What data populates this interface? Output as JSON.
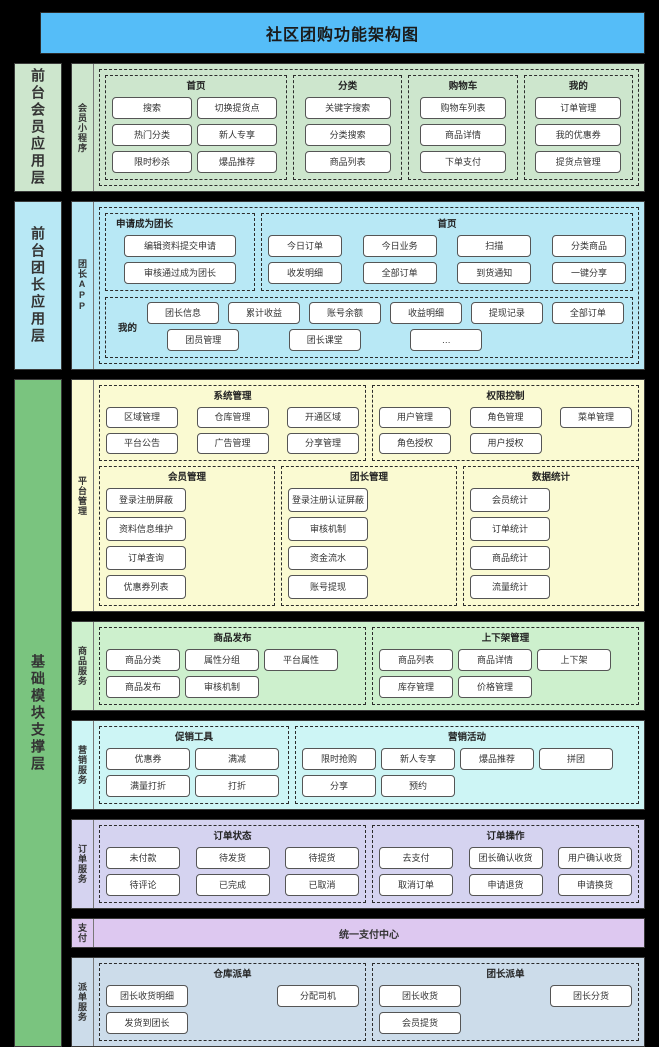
{
  "title": "社区团购功能架构图",
  "colors": {
    "title_bg": "#55bdf8",
    "member_layer": "#cde6cd",
    "leader_layer": "#b8e8f5",
    "base_layer": "#7ac47f",
    "platform_band": "#fafad2",
    "goods_band": "#cdf0cd",
    "marketing_band": "#cdf5f5",
    "order_band": "#d5d3f0",
    "pay_band": "#ddc8f0",
    "dispatch_band": "#ccdcea"
  },
  "layers": [
    {
      "id": "member-app-layer",
      "label": "前台会员应用层",
      "bands": [
        {
          "id": "member-miniprogram",
          "label": "会员小程序",
          "groups": [
            {
              "title": "首页",
              "items": [
                "搜索",
                "切换提货点",
                "热门分类",
                "新人专享",
                "限时秒杀",
                "爆品推荐"
              ]
            },
            {
              "title": "分类",
              "items": [
                "关键字搜索",
                "分类搜索",
                "商品列表"
              ]
            },
            {
              "title": "购物车",
              "items": [
                "购物车列表",
                "商品详情",
                "下单支付"
              ]
            },
            {
              "title": "我的",
              "items": [
                "订单管理",
                "我的优惠券",
                "提货点管理"
              ]
            }
          ]
        }
      ]
    },
    {
      "id": "leader-app-layer",
      "label": "前台团长应用层",
      "bands": [
        {
          "id": "leader-app",
          "label": "团长APP",
          "groups_row1": [
            {
              "title": "申请成为团长",
              "items": [
                "编辑资料提交申请",
                "审核通过成为团长"
              ]
            },
            {
              "title": "首页",
              "items": [
                "今日订单",
                "今日业务",
                "扫描",
                "分类商品",
                "收发明细",
                "全部订单",
                "到货通知",
                "一键分享"
              ]
            }
          ],
          "groups_row2": [
            {
              "title": "我的",
              "inline": true,
              "items": [
                "团长信息",
                "累计收益",
                "账号余额",
                "收益明细",
                "提现记录",
                "全部订单",
                "团员管理",
                "团长课堂",
                "…"
              ]
            }
          ]
        }
      ]
    },
    {
      "id": "base-module-layer",
      "label": "基础模块支撑层",
      "bands": [
        {
          "id": "platform-management",
          "label": "平台管理",
          "groups_row1": [
            {
              "title": "系统管理",
              "items": [
                "区域管理",
                "仓库管理",
                "开通区域",
                "平台公告",
                "广告管理",
                "分享管理"
              ]
            },
            {
              "title": "权限控制",
              "items": [
                "用户管理",
                "角色管理",
                "菜单管理",
                "角色授权",
                "用户授权"
              ]
            }
          ],
          "groups_row2": [
            {
              "title": "会员管理",
              "items": [
                "登录注册屏蔽",
                "资料信息维护",
                "订单查询",
                "优惠券列表"
              ]
            },
            {
              "title": "团长管理",
              "items": [
                "登录注册认证屏蔽",
                "审核机制",
                "资金流水",
                "账号提现"
              ]
            },
            {
              "title": "数据统计",
              "items": [
                "会员统计",
                "订单统计",
                "商品统计",
                "流量统计"
              ]
            }
          ]
        },
        {
          "id": "goods-service",
          "label": "商品服务",
          "groups": [
            {
              "title": "商品发布",
              "items": [
                "商品分类",
                "属性分组",
                "平台属性",
                "商品发布",
                "审核机制"
              ]
            },
            {
              "title": "上下架管理",
              "items": [
                "商品列表",
                "商品详情",
                "上下架",
                "库存管理",
                "价格管理"
              ]
            }
          ]
        },
        {
          "id": "marketing-service",
          "label": "营销服务",
          "groups": [
            {
              "title": "促销工具",
              "items": [
                "优惠券",
                "满减",
                "满量打折",
                "打折"
              ]
            },
            {
              "title": "营销活动",
              "items": [
                "限时抢购",
                "新人专享",
                "爆品推荐",
                "拼团",
                "分享",
                "预约"
              ]
            }
          ]
        },
        {
          "id": "order-service",
          "label": "订单服务",
          "groups": [
            {
              "title": "订单状态",
              "items": [
                "未付款",
                "待发货",
                "待提货",
                "待评论",
                "已完成",
                "已取消"
              ]
            },
            {
              "title": "订单操作",
              "items": [
                "去支付",
                "团长确认收货",
                "用户确认收货",
                "取消订单",
                "申请退货",
                "申请换货"
              ]
            }
          ]
        },
        {
          "id": "payment-service",
          "label": "支付",
          "banner": "统一支付中心"
        },
        {
          "id": "dispatch-service",
          "label": "派单服务",
          "groups": [
            {
              "title": "仓库派单",
              "items": [
                "团长收货明细",
                "分配司机",
                "发货到团长"
              ]
            },
            {
              "title": "团长派单",
              "items": [
                "团长收货",
                "团长分货",
                "会员提货"
              ]
            }
          ]
        }
      ]
    }
  ]
}
